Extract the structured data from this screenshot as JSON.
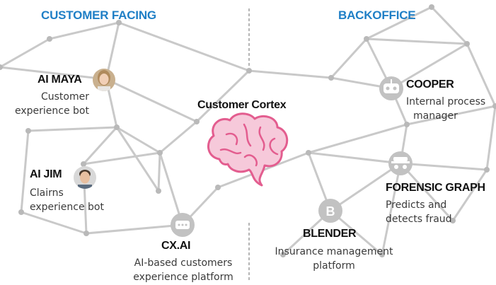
{
  "sections": {
    "left": "CUSTOMER FACING",
    "right": "BACKOFFICE"
  },
  "center": {
    "name": "Customer Cortex",
    "icon": "brain-icon"
  },
  "colors": {
    "heading": "#1f7fc6",
    "network": "#c4c4c4",
    "node": "#b9b9b9",
    "brain": "#e35d8f",
    "brain_fill": "#f6c9da"
  },
  "products": {
    "maya": {
      "name": "AI MAYA",
      "desc1": "Customer",
      "desc2": "experience bot",
      "icon": "avatar-woman-icon"
    },
    "jim": {
      "name": "AI JIM",
      "desc1": "Clairns",
      "desc2": "experience bot",
      "icon": "avatar-man-icon"
    },
    "cxai": {
      "name": "CX.AI",
      "desc1": "AI-based customers",
      "desc2": "experience platform",
      "icon": "chat-bubble-icon"
    },
    "cooper": {
      "name": "COOPER",
      "desc1": "Internal process",
      "desc2": "manager",
      "icon": "robot-icon"
    },
    "forensic": {
      "name": "FORENSIC GRAPH",
      "desc1": "Predicts and",
      "desc2": "detects fraud",
      "icon": "spy-icon"
    },
    "blender": {
      "name": "BLENDER",
      "desc1": "Insurance management",
      "desc2": "platform",
      "icon": "b-badge-icon"
    }
  }
}
